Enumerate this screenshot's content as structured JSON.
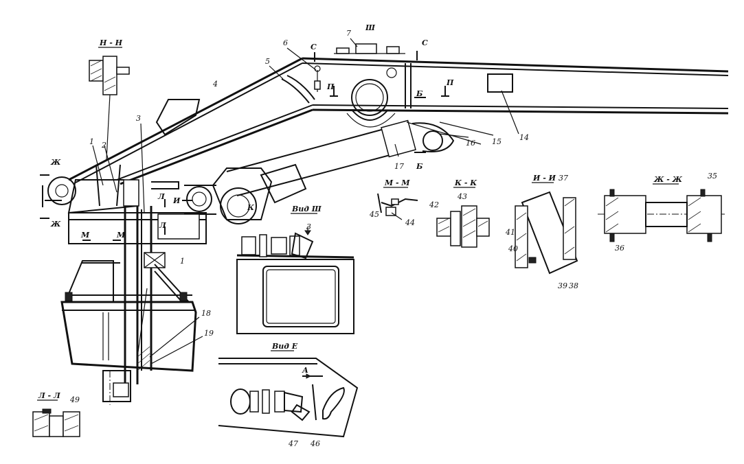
{
  "diagram": {
    "callouts": {
      "c1": "1",
      "c1b": "1",
      "c2": "2",
      "c3": "3",
      "c3b": "3",
      "c4": "4",
      "c5": "5",
      "c6": "6",
      "c7": "7",
      "c14": "14",
      "c15": "15",
      "c16": "16",
      "c17": "17",
      "c18": "18",
      "c19": "19",
      "c35": "35",
      "c36": "36",
      "c37": "37",
      "c38": "38",
      "c39": "39",
      "c40": "40",
      "c41": "41",
      "c42": "42",
      "c43": "43",
      "c44": "44",
      "c45": "45",
      "c46": "46",
      "c47": "47",
      "c49": "49"
    },
    "section_titles": {
      "nn": "Н - Н",
      "mm": "М - М",
      "kk": "К - К",
      "ii": "И - И",
      "zhzh": "Ж - Ж",
      "ll": "Л - Л",
      "view_sh": "Вид Ш",
      "view_e": "Вид Е"
    },
    "cut_marks": {
      "sh": "Ш",
      "s1": "С",
      "s2": "С",
      "p1": "П",
      "p2": "П",
      "b1": "Б",
      "b2": "Б",
      "zh1": "Ж",
      "zh2": "Ж",
      "m1": "М",
      "m2": "М",
      "l1": "Л",
      "l2": "Л",
      "i1": "И",
      "k": "К",
      "a": "А"
    }
  }
}
